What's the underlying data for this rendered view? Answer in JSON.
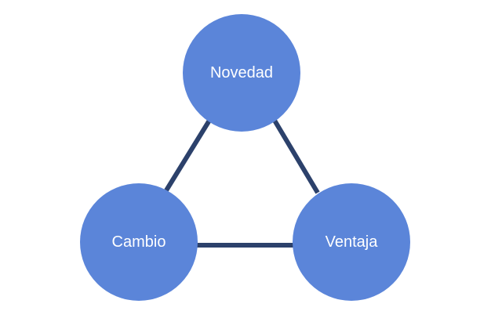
{
  "diagram": {
    "colors": {
      "node_fill": "#5b85d9",
      "edge_stroke": "#2c416b",
      "label_text": "#ffffff",
      "background": "#ffffff"
    },
    "nodes": [
      {
        "id": "novedad",
        "label": "Novedad"
      },
      {
        "id": "cambio",
        "label": "Cambio"
      },
      {
        "id": "ventaja",
        "label": "Ventaja"
      }
    ],
    "edges": [
      {
        "from": "novedad",
        "to": "cambio"
      },
      {
        "from": "novedad",
        "to": "ventaja"
      },
      {
        "from": "cambio",
        "to": "ventaja"
      }
    ]
  }
}
